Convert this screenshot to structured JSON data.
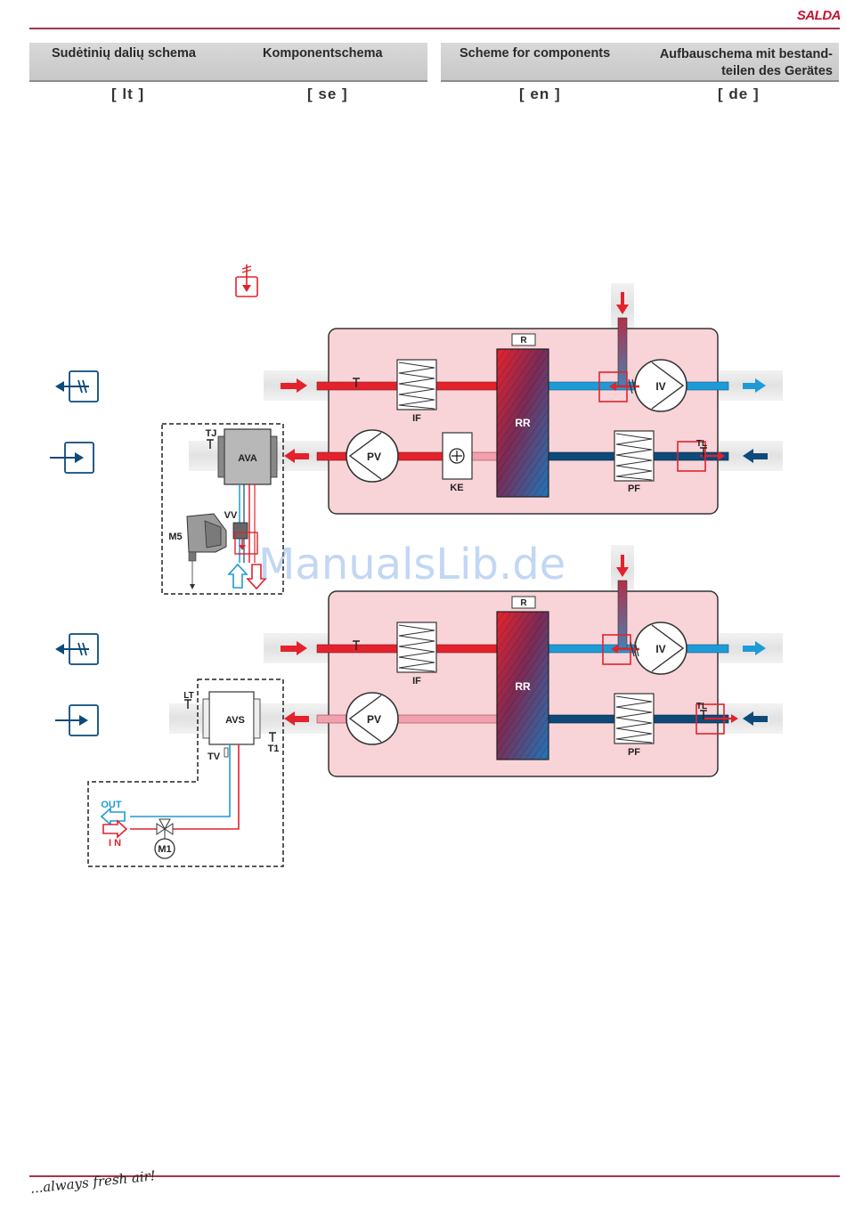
{
  "brand": "SALDA",
  "header": {
    "cells": [
      {
        "text": "Sudėtinių dalių schema"
      },
      {
        "text": "Komponentschema"
      },
      {
        "text": "Scheme for components"
      },
      {
        "text": "Aufbauschema mit bestand-\nteilen des Gerätes"
      }
    ],
    "lang_tags": [
      "[ lt ]",
      "[ se ]",
      "[ en ]",
      "[ de ]"
    ]
  },
  "diagram_top": {
    "labels": {
      "recuperator_box": "R",
      "recuperator": "RR",
      "supply_filter": "IF",
      "extract_filter": "PF",
      "supply_fan": "IV",
      "extract_fan": "PV",
      "electric_heater": "KE",
      "water_heater": "AVA",
      "frost_sensor": "TJ",
      "valve": "VV",
      "actuator": "M5",
      "temp_sensor": "TL"
    }
  },
  "diagram_bottom": {
    "labels": {
      "recuperator_box": "R",
      "recuperator": "RR",
      "supply_filter": "IF",
      "extract_filter": "PF",
      "supply_fan": "IV",
      "extract_fan": "PV",
      "water_heater": "AVS",
      "lt_sensor": "LT",
      "tv_sensor": "TV",
      "t1_sensor": "T1",
      "temp_sensor": "TL",
      "motor": "M1",
      "out": "OUT",
      "in": "I N"
    }
  },
  "watermark": "ManualsLib.de",
  "footer": {
    "slogan": "...always fresh air!"
  },
  "colors": {
    "accent": "#c8102e",
    "warm": "#e3222d",
    "cold_light": "#1e9ad6",
    "cold_dark": "#0d4a7a",
    "unit_bg": "#f8d4d8"
  }
}
